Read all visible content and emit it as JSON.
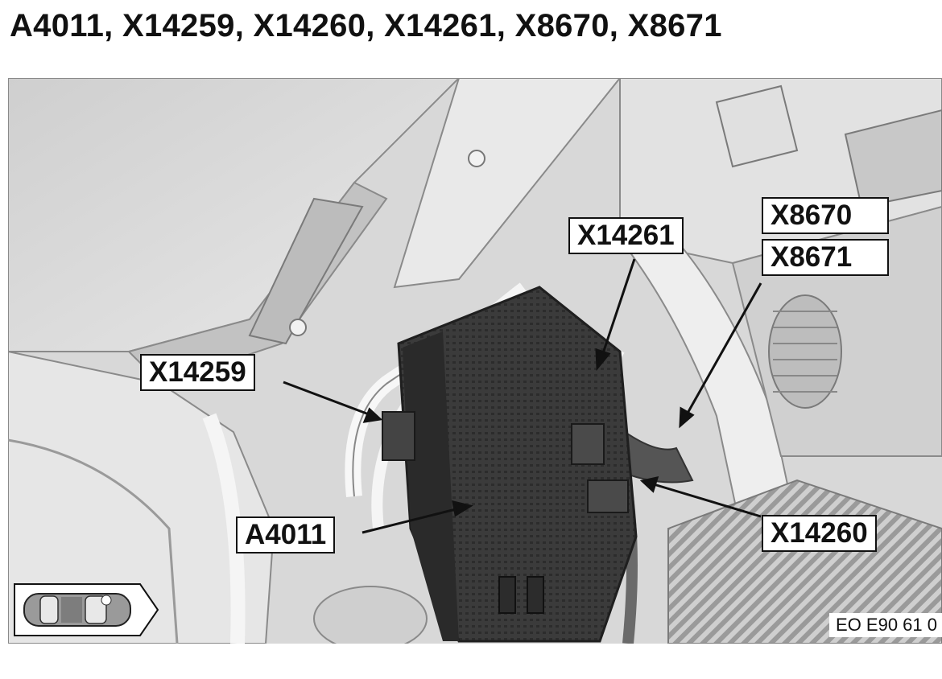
{
  "title": "A4011, X14259, X14260, X14261, X8670, X8671",
  "callouts": {
    "x14261": "X14261",
    "x8670": "X8670",
    "x8671": "X8671",
    "x14259": "X14259",
    "a4011": "A4011",
    "x14260": "X14260"
  },
  "reference_code": "EO E90 61 0",
  "colors": {
    "background": "#dcdcdc",
    "module_dark": "#3a3a3a",
    "callout_border": "#111111",
    "callout_fill": "#ffffff"
  },
  "icons": {
    "car_locator": "car-top-view-icon"
  }
}
